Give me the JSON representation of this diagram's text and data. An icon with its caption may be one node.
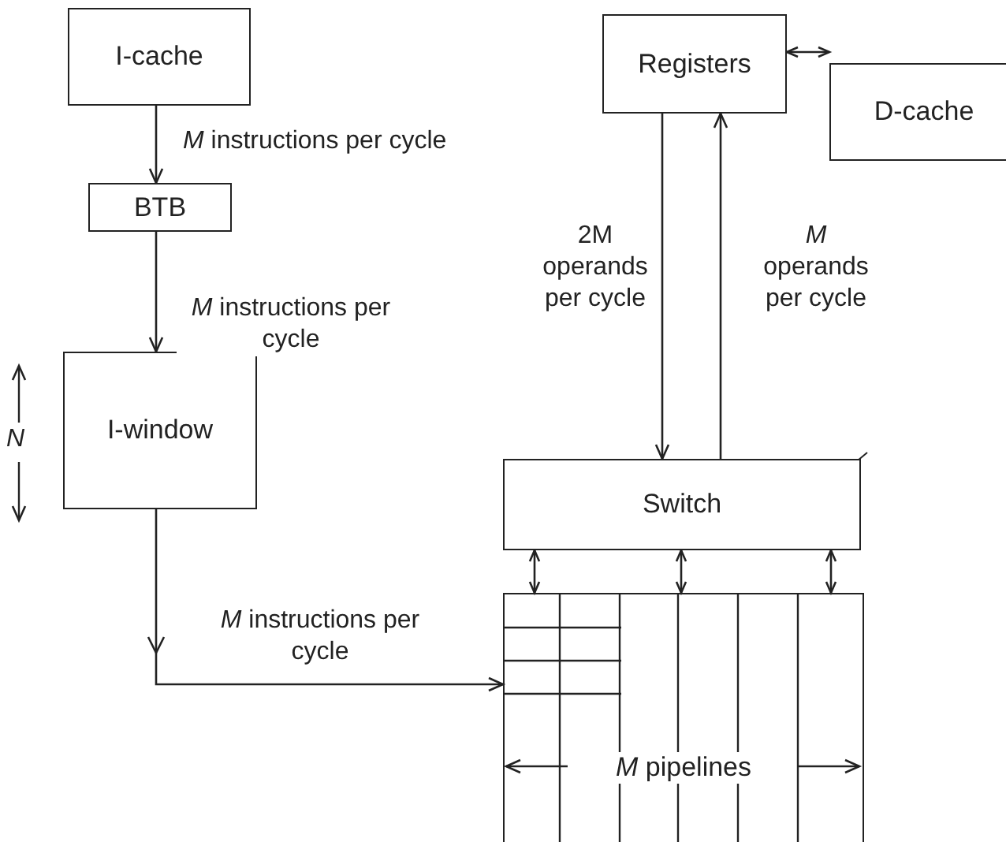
{
  "diagram": {
    "nodes": [
      {
        "text": [
          "I-cache"
        ]
      },
      {
        "text": [
          "BTB"
        ]
      },
      {
        "text": [
          "I-window"
        ]
      },
      {
        "text": [
          "Registers"
        ]
      },
      {
        "text": [
          "D-cache"
        ]
      },
      {
        "text": [
          "Switch"
        ]
      },
      {
        "text": [
          "*M* pipelines"
        ]
      }
    ],
    "edges": [
      {
        "from": 0,
        "to": 1,
        "arrow": "to",
        "label": "*M* instructions per cycle"
      },
      {
        "from": 1,
        "to": 2,
        "arrow": "to",
        "label": "*M* instructions per cycle"
      },
      {
        "from": 2,
        "to": 6,
        "arrow": "to",
        "label": "*M* instructions per cycle"
      },
      {
        "from": 3,
        "to": 5,
        "arrow": "to",
        "label": "2M operands per cycle"
      },
      {
        "from": 5,
        "to": 3,
        "arrow": "to",
        "label": "*M* operands per cycle"
      },
      {
        "from": 3,
        "to": 4,
        "arrow": "both"
      },
      {
        "from": 5,
        "to": 6,
        "arrow": "both"
      },
      {
        "from": 5,
        "to": 6,
        "arrow": "both"
      },
      {
        "from": 5,
        "to": 6,
        "arrow": "both"
      }
    ],
    "labels": [
      "*N*"
    ]
  }
}
